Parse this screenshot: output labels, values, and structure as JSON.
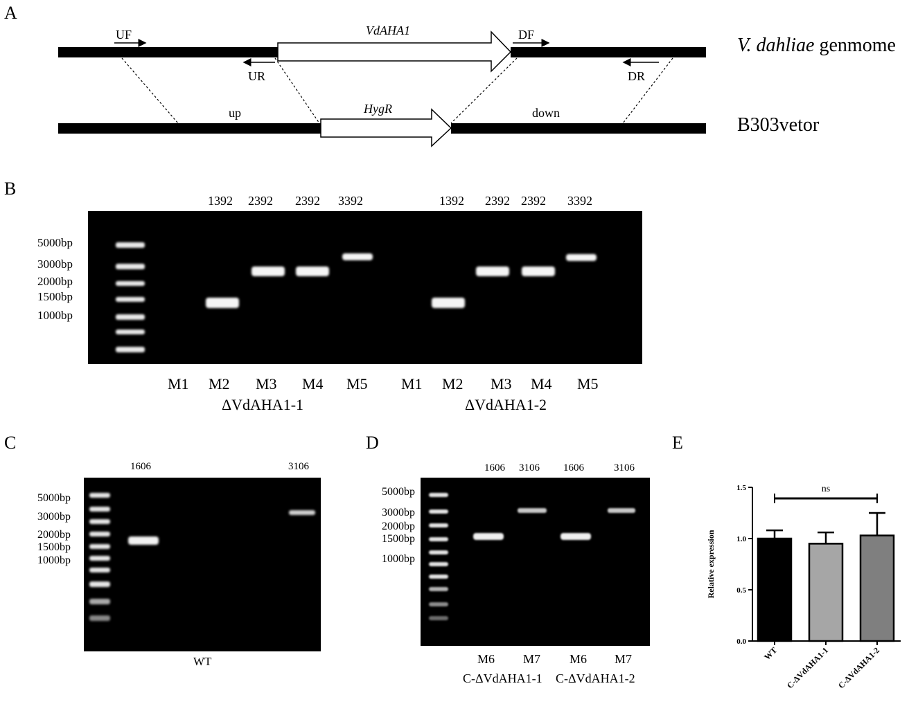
{
  "panels": {
    "A": {
      "label": "A",
      "genome_label_italic": "V. dahliae",
      "genome_label_rest": " genmome",
      "vector_label": "B303vetor",
      "gene_label": "VdAHA1",
      "hyg_label": "HygR",
      "up_label": "up",
      "down_label": "down",
      "primers": {
        "uf": "UF",
        "ur": "UR",
        "df": "DF",
        "dr": "DR"
      }
    },
    "B": {
      "label": "B",
      "ladder": [
        "5000bp",
        "3000bp",
        "2000bp",
        "1500bp",
        "1000bp"
      ],
      "sizes": [
        "1392",
        "2392",
        "2392",
        "3392",
        "1392",
        "2392",
        "2392",
        "3392"
      ],
      "lanes": [
        "M1",
        "M2",
        "M3",
        "M4",
        "M5",
        "M1",
        "M2",
        "M3",
        "M4",
        "M5"
      ],
      "groups": [
        "ΔVdAHA1-1",
        "ΔVdAHA1-2"
      ]
    },
    "C": {
      "label": "C",
      "ladder": [
        "5000bp",
        "3000bp",
        "2000bp",
        "1500bp",
        "1000bp"
      ],
      "sizes": [
        "1606",
        "3106"
      ],
      "group": "WT"
    },
    "D": {
      "label": "D",
      "ladder": [
        "5000bp",
        "3000bp",
        "2000bp",
        "1500bp",
        "1000bp"
      ],
      "sizes": [
        "1606",
        "3106",
        "1606",
        "3106"
      ],
      "lanes": [
        "M6",
        "M7",
        "M6",
        "M7"
      ],
      "groups": [
        "C-ΔVdAHA1-1",
        "C-ΔVdAHA1-2"
      ]
    },
    "E": {
      "label": "E",
      "significance": "ns",
      "y_ticks": [
        "0.0",
        "0.5",
        "1.0",
        "1.5"
      ]
    }
  },
  "chart_data": {
    "type": "bar",
    "categories": [
      "WT",
      "C-ΔVdAHA1-1",
      "C-ΔVdAHA1-2"
    ],
    "values": [
      1.0,
      0.95,
      1.03
    ],
    "errors": [
      0.08,
      0.11,
      0.22
    ],
    "colors": [
      "#000000",
      "#a6a6a6",
      "#7f7f7f"
    ],
    "ylabel": "Relative expression",
    "ylim": [
      0,
      1.5
    ],
    "significance": "ns"
  }
}
